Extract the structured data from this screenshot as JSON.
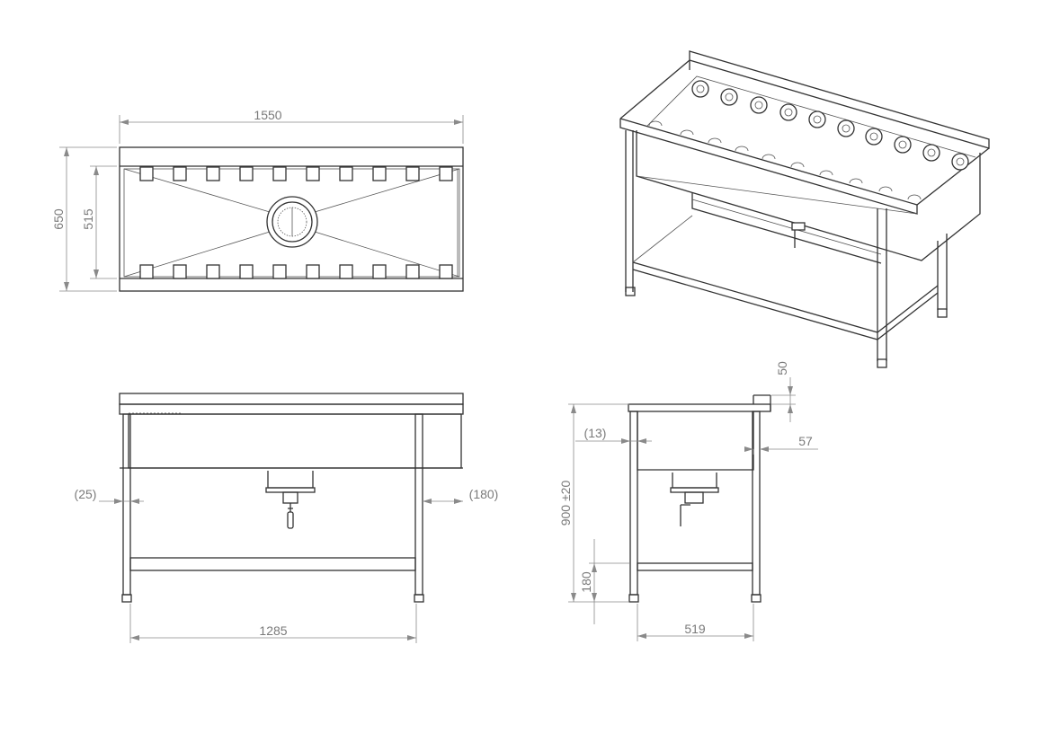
{
  "dimensions": {
    "top_width": "1550",
    "top_depth": "650",
    "top_inner_depth": "515",
    "front_leg_offset": "(25)",
    "front_overhang": "(180)",
    "front_leg_span": "1285",
    "side_splash_height": "50",
    "side_back_offset": "57",
    "side_front_offset": "(13)",
    "side_total_height": "900 ±20",
    "side_shelf_height": "180",
    "side_leg_span": "519"
  }
}
